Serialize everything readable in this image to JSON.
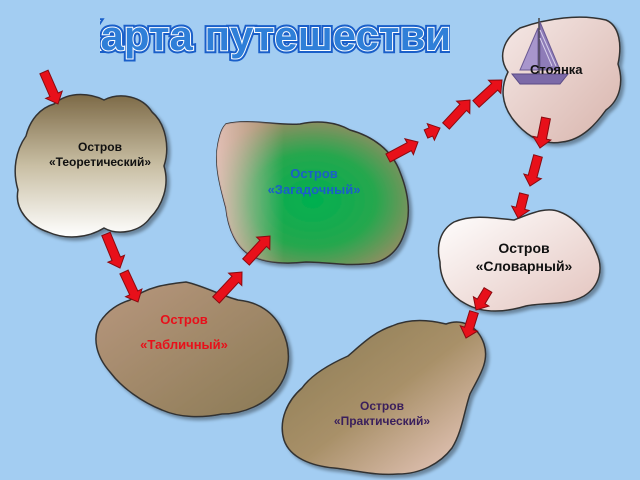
{
  "title": "Карта путешествия",
  "islands": {
    "stoyanka": {
      "label": "Стоянка"
    },
    "teoretichesky": {
      "line1": "Остров",
      "line2": "«Теоретический»"
    },
    "zagadochny": {
      "line1": "Остров",
      "line2": "«Загадочный»"
    },
    "slovarny": {
      "line1": "Остров",
      "line2": "«Словарный»"
    },
    "tablichny": {
      "line1": "Остров",
      "line2": "«Табличный»"
    },
    "prakticheskiy": {
      "line1": "Остров",
      "line2": "«Практический»"
    }
  },
  "colors": {
    "sea": "#a3cdf2",
    "arrow": "#e8101a",
    "title_fill": "#2f7fd8",
    "label_blue": "#1a5fc9",
    "label_red": "#e8101a",
    "label_dark": "#111111",
    "label_purple": "#3a1f5c"
  }
}
